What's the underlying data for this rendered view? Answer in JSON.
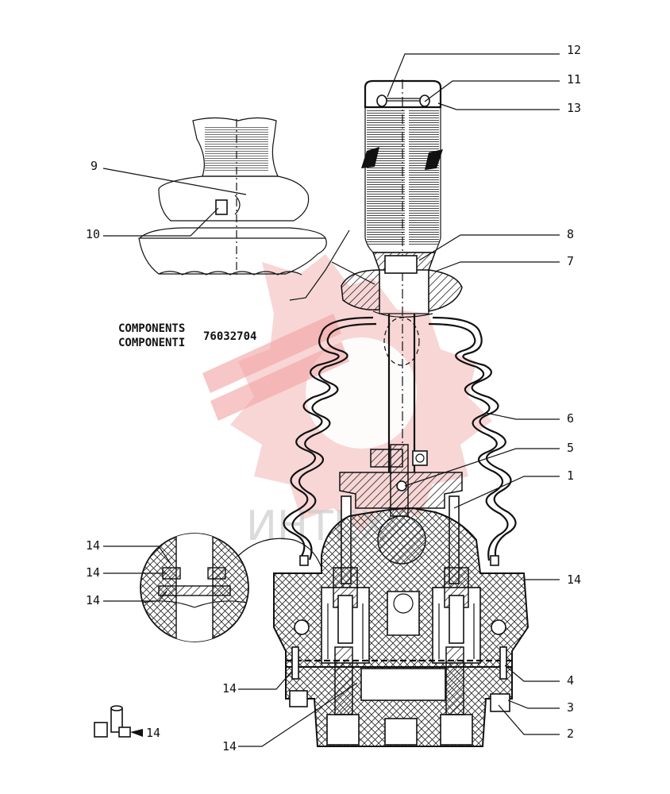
{
  "components_title": {
    "line1": "COMPONENTS",
    "line2": "COMPONENTI",
    "part_number": "76032704"
  },
  "callouts": {
    "c12": "12",
    "c11": "11",
    "c13": "13",
    "c9": "9",
    "c10": "10",
    "c8": "8",
    "c7": "7",
    "c6": "6",
    "c5": "5",
    "c1": "1",
    "c14_detail_a": "14",
    "c14_detail_b": "14",
    "c14_detail_c": "14",
    "c14_right": "14",
    "c14_left": "14",
    "c14_bottom": "14",
    "c4": "4",
    "c3": "3",
    "c2": "2",
    "c14_kit": "14"
  },
  "watermark_text": "ИНТЕХ",
  "colors": {
    "watermark": "#f0a8a8",
    "ink": "#111111"
  }
}
